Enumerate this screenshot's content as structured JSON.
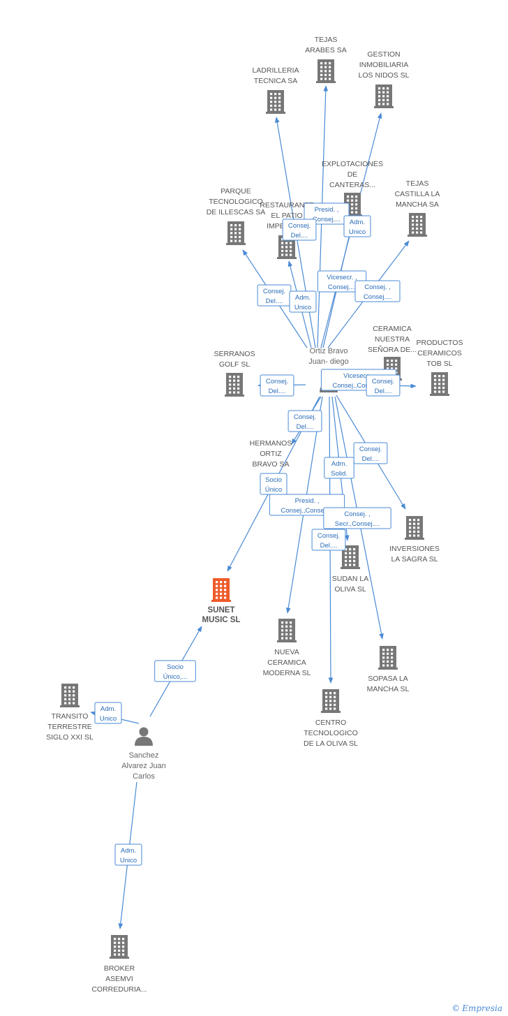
{
  "colors": {
    "edge": "#4a8ad4",
    "building": "#777777",
    "building_main": "#ee5a2a",
    "person": "#777777",
    "label": "#555555"
  },
  "nodes": [
    {
      "id": "tejas_arabes",
      "kind": "building",
      "lines": [
        "TEJAS",
        "ARABES SA"
      ]
    },
    {
      "id": "gestion_inmob",
      "kind": "building",
      "lines": [
        "GESTION",
        "INMOBILIARIA",
        "LOS NIDOS SL"
      ]
    },
    {
      "id": "ladrilleria",
      "kind": "building",
      "lines": [
        "LADRILLERIA",
        "TECNICA SA"
      ]
    },
    {
      "id": "explotaciones",
      "kind": "building",
      "lines": [
        "EXPLOTACIONES",
        "DE",
        "CANTERAS..."
      ]
    },
    {
      "id": "tejas_castilla",
      "kind": "building",
      "lines": [
        "TEJAS",
        "CASTILLA LA",
        "MANCHA SA"
      ]
    },
    {
      "id": "parque_tec",
      "kind": "building",
      "lines": [
        "PARQUE",
        "TECNOLOGICO",
        "DE ILLESCAS SA"
      ]
    },
    {
      "id": "restaurante",
      "kind": "building",
      "lines": [
        "RESTAURANTE",
        "EL PATIO",
        "IMPERIAL..."
      ]
    },
    {
      "id": "ceramica_nsp",
      "kind": "building",
      "lines": [
        "CERAMICA",
        "NUESTRA",
        "SEÑORA DE..."
      ]
    },
    {
      "id": "productos_cer",
      "kind": "building",
      "lines": [
        "PRODUCTOS",
        "CERAMICOS",
        "TOB SL"
      ]
    },
    {
      "id": "serranos",
      "kind": "building",
      "lines": [
        "SERRANOS",
        "GOLF SL"
      ]
    },
    {
      "id": "ortiz_bravo",
      "kind": "person",
      "lines": [
        "Ortiz Bravo",
        "Juan- diego"
      ]
    },
    {
      "id": "hermanos_ortiz",
      "kind": "building",
      "lines": [
        "HERMANOS",
        "ORTIZ",
        "BRAVO SA"
      ]
    },
    {
      "id": "inversiones",
      "kind": "building",
      "lines": [
        "INVERSIONES",
        "LA SAGRA SL"
      ]
    },
    {
      "id": "sudan",
      "kind": "building",
      "lines": [
        "SUDAN LA",
        "OLIVA SL"
      ]
    },
    {
      "id": "sunet",
      "kind": "main",
      "lines": [
        "SUNET",
        "MUSIC SL"
      ]
    },
    {
      "id": "nueva_ceramica",
      "kind": "building",
      "lines": [
        "NUEVA",
        "CERAMICA",
        "MODERNA SL"
      ]
    },
    {
      "id": "sopasa",
      "kind": "building",
      "lines": [
        "SOPASA LA",
        "MANCHA SL"
      ]
    },
    {
      "id": "centro_tec",
      "kind": "building",
      "lines": [
        "CENTRO",
        "TECNOLOGICO",
        "DE LA OLIVA SL"
      ]
    },
    {
      "id": "transito",
      "kind": "building",
      "lines": [
        "TRANSITO",
        "TERRESTRE",
        "SIGLO XXI SL"
      ]
    },
    {
      "id": "sanchez",
      "kind": "person",
      "lines": [
        "Sanchez",
        "Alvarez Juan",
        "Carlos"
      ]
    },
    {
      "id": "broker",
      "kind": "building",
      "lines": [
        "BROKER",
        "ASEMVI",
        "CORREDURIA..."
      ]
    }
  ],
  "edges": [
    {
      "from": "ortiz_bravo",
      "to": "tejas_arabes",
      "lines": [
        "Presid. ,",
        "Consej...."
      ]
    },
    {
      "from": "ortiz_bravo",
      "to": "gestion_inmob",
      "lines": [
        "Adm.",
        "Unico"
      ]
    },
    {
      "from": "ortiz_bravo",
      "to": "ladrilleria",
      "lines": [
        "Consej.",
        "Del...."
      ]
    },
    {
      "from": "ortiz_bravo",
      "to": "explotaciones",
      "lines": [
        "Vicesecr. ,",
        "Consej...."
      ]
    },
    {
      "from": "ortiz_bravo",
      "to": "tejas_castilla",
      "lines": [
        "Consej. ,",
        "Consej...."
      ]
    },
    {
      "from": "ortiz_bravo",
      "to": "parque_tec",
      "lines": [
        "Consej.",
        "Del...."
      ]
    },
    {
      "from": "ortiz_bravo",
      "to": "restaurante",
      "lines": [
        "Adm.",
        "Unico"
      ]
    },
    {
      "from": "ortiz_bravo",
      "to": "ceramica_nsp",
      "lines": [
        "Vicesecr. ,",
        "Consej.,Consej...."
      ]
    },
    {
      "from": "ortiz_bravo",
      "to": "productos_cer",
      "lines": [
        "Consej.",
        "Del...."
      ]
    },
    {
      "from": "ortiz_bravo",
      "to": "serranos",
      "lines": [
        "Consej.",
        "Del...."
      ]
    },
    {
      "from": "ortiz_bravo",
      "to": "hermanos_ortiz",
      "lines": [
        "Consej.",
        "Del...."
      ]
    },
    {
      "from": "ortiz_bravo",
      "to": "inversiones",
      "lines": [
        "Consej.",
        "Del...."
      ]
    },
    {
      "from": "ortiz_bravo",
      "to": "sudan",
      "lines": [
        "Adm.",
        "Solid."
      ]
    },
    {
      "from": "ortiz_bravo",
      "to": "sunet",
      "lines": [
        "Socio",
        "Único"
      ]
    },
    {
      "from": "ortiz_bravo",
      "to": "nueva_ceramica",
      "lines": [
        "Presid. ,",
        "Consej.,Consej...."
      ]
    },
    {
      "from": "ortiz_bravo",
      "to": "sopasa",
      "lines": [
        "Consej. ,",
        "Secr.,Consej...."
      ]
    },
    {
      "from": "ortiz_bravo",
      "to": "centro_tec",
      "lines": [
        "Consej.",
        "Del...."
      ]
    },
    {
      "from": "sanchez",
      "to": "sunet",
      "lines": [
        "Socio",
        "Único,..."
      ]
    },
    {
      "from": "sanchez",
      "to": "transito",
      "lines": [
        "Adm.",
        "Unico"
      ]
    },
    {
      "from": "sanchez",
      "to": "broker",
      "lines": [
        "Adm.",
        "Unico"
      ]
    }
  ],
  "footer": {
    "copyright": "©",
    "brand": "Empresia"
  }
}
